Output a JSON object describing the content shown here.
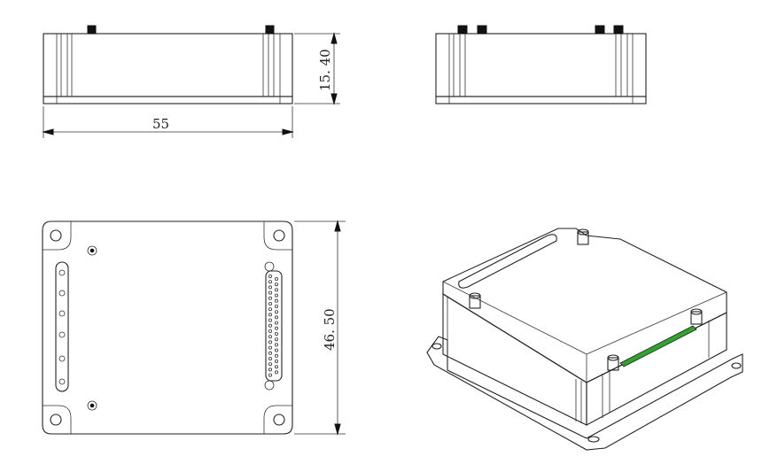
{
  "drawing": {
    "title": "",
    "dimensions": {
      "width": "55",
      "height": "15. 40",
      "depth": "46. 50"
    },
    "views": [
      "front-view",
      "side-view",
      "top-view",
      "isometric-view"
    ],
    "colors": {
      "line": "#222222",
      "pin_fill": "#111111",
      "connector_green": "#2fa52f",
      "side_shade": "#e6e6e6"
    }
  }
}
